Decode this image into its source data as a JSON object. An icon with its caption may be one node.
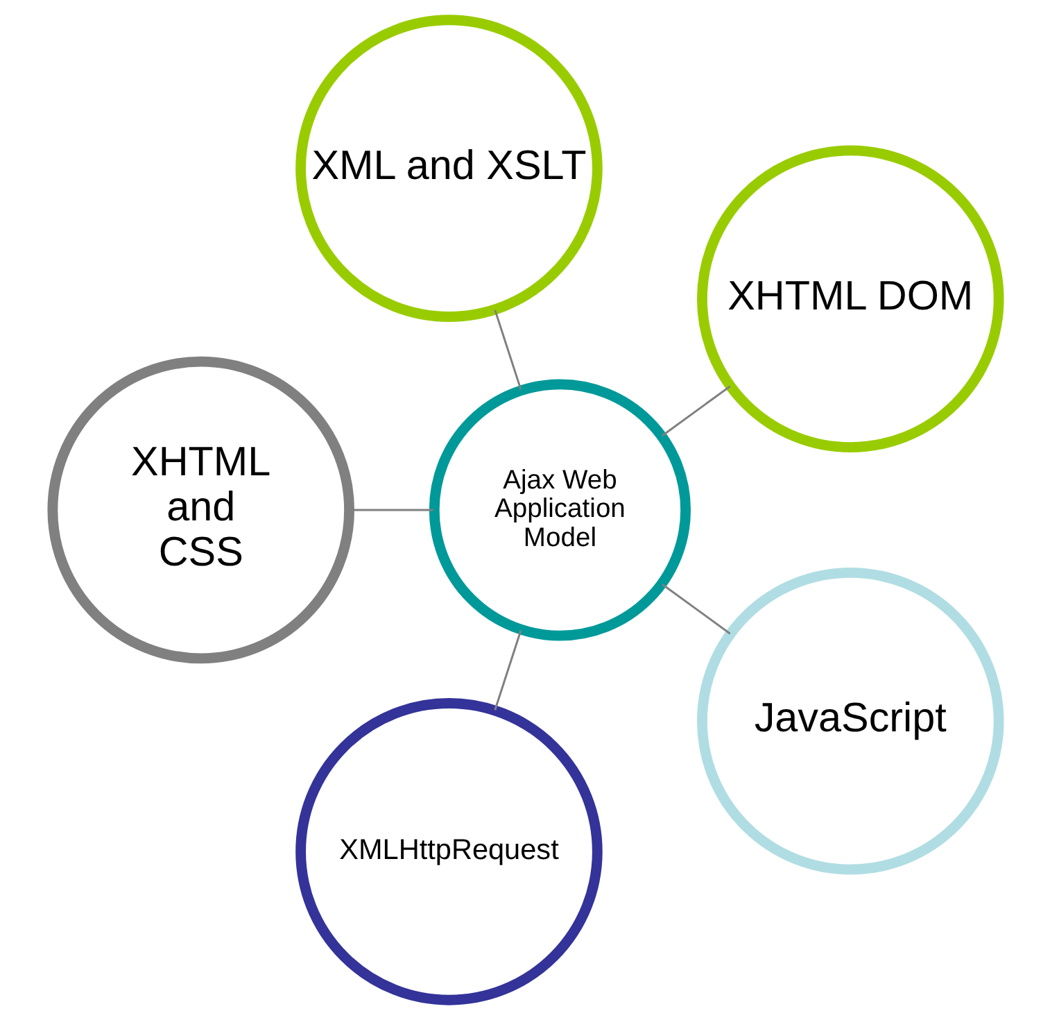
{
  "diagram": {
    "nodes": [
      {
        "text": [
          "XHTML DOM"
        ]
      },
      {
        "text": [
          "XML and XSLT"
        ]
      },
      {
        "text": [
          "Ajax Web Application Model"
        ]
      },
      {
        "text": [
          "XHTML and CSS"
        ]
      },
      {
        "text": [
          "XMLHttpRequest"
        ]
      },
      {
        "text": [
          "JavaScript"
        ]
      }
    ],
    "edges": [
      {
        "from": 2,
        "to": 0,
        "arrow": "none"
      },
      {
        "from": 2,
        "to": 1,
        "arrow": "none"
      },
      {
        "from": 2,
        "to": 3,
        "arrow": "none"
      },
      {
        "from": 2,
        "to": 4,
        "arrow": "none"
      },
      {
        "from": 2,
        "to": 5,
        "arrow": "none"
      }
    ]
  }
}
